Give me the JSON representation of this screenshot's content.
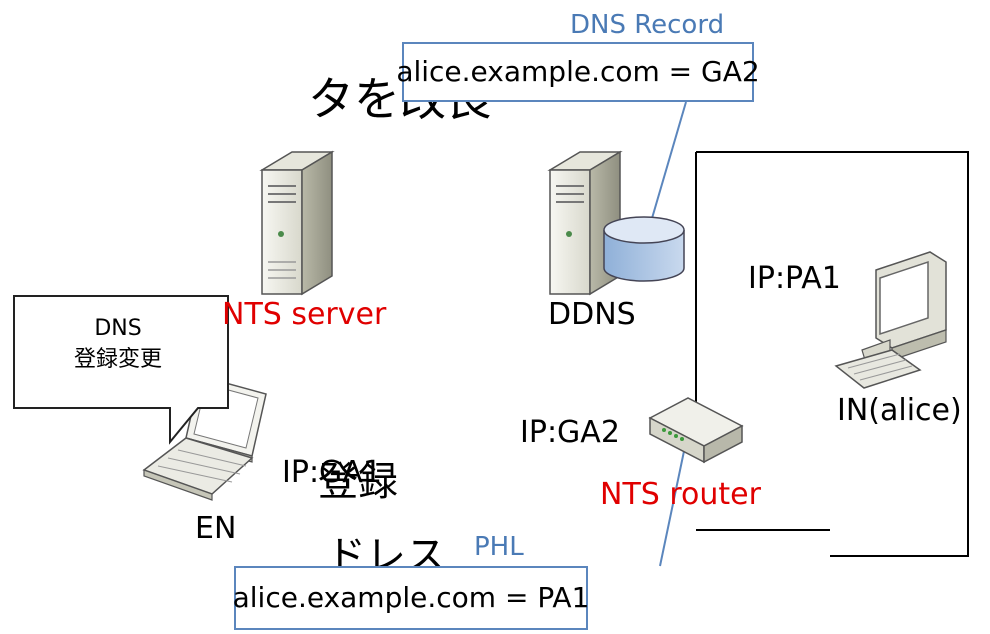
{
  "slide": {
    "title_fragment": "タを改良",
    "bullet_fragment_1": "登録",
    "bullet_fragment_2": "ドレス"
  },
  "dns_record": {
    "caption": "DNS Record",
    "entry": "alice.example.com = GA2"
  },
  "phl": {
    "caption": "PHL",
    "entry": "alice.example.com = PA1"
  },
  "nodes": {
    "nts_server": "NTS server",
    "ddns": "DDNS",
    "in_ip": "IP:PA1",
    "in_name": "IN(alice)",
    "router_ip": "IP:GA2",
    "router_name": "NTS router",
    "en_ip": "IP:GA1",
    "en_name": "EN"
  },
  "bubble": {
    "line1": "DNS",
    "line2": "登録変更"
  },
  "colors": {
    "highlight_red": "#e00000",
    "caption_blue": "#4a7ab5",
    "box_border": "#5b86bd"
  },
  "icons": [
    "server-icon",
    "database-server-icon",
    "desktop-pc-icon",
    "laptop-icon",
    "router-icon"
  ]
}
